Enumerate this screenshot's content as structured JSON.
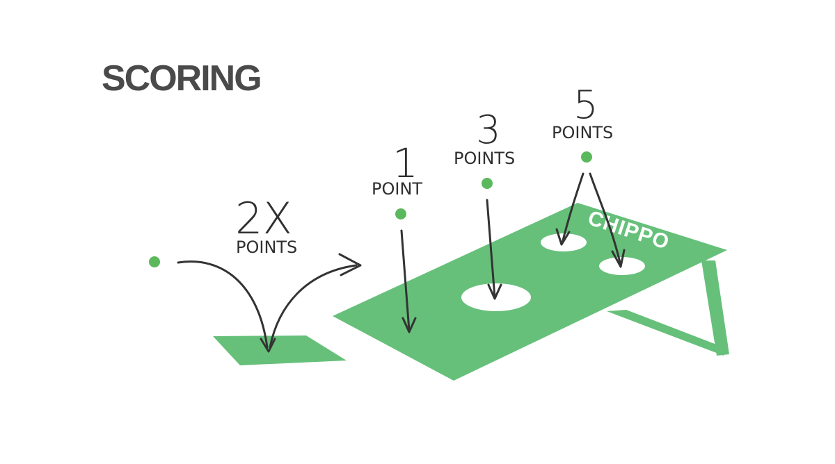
{
  "title": "SCORING",
  "brand": "CHIPPO",
  "zones": [
    {
      "value": "2X",
      "label": "POINTS"
    },
    {
      "value": "1",
      "label": "POINT"
    },
    {
      "value": "3",
      "label": "POINTS"
    },
    {
      "value": "5",
      "label": "POINTS"
    }
  ],
  "colors": {
    "green": "#66c07a",
    "dot": "#5cb85c",
    "text": "#2f2f2f",
    "title": "#4a4a4a"
  }
}
